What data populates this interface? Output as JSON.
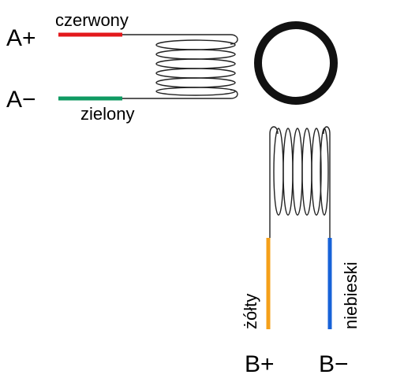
{
  "terminals": {
    "a_plus": "A+",
    "a_minus": "A−",
    "b_plus": "B+",
    "b_minus": "B−"
  },
  "wires": {
    "red": {
      "label": "czerwony",
      "color": "#e3191c"
    },
    "green": {
      "label": "zielony",
      "color": "#0f9a62"
    },
    "yellow": {
      "label": "żółty",
      "color": "#f5a01a"
    },
    "blue": {
      "label": "niebieski",
      "color": "#1762d8"
    }
  },
  "icons": [
    "coil-a-icon",
    "coil-b-icon",
    "rotor-magnet-icon"
  ]
}
